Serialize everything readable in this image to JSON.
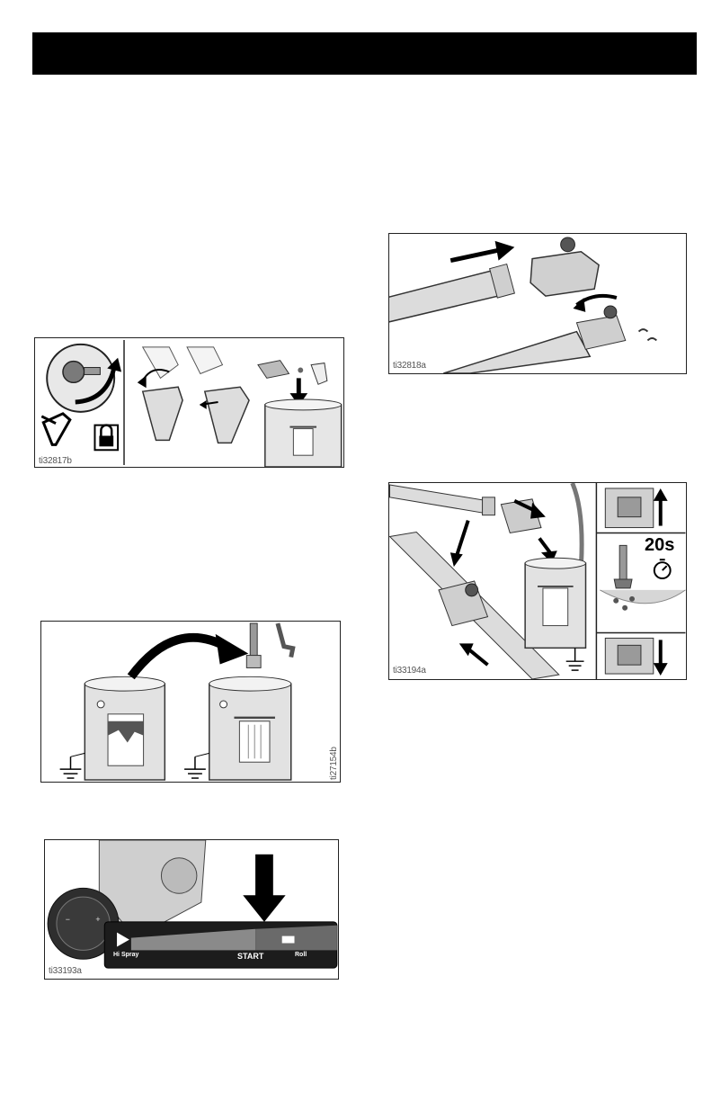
{
  "header": {
    "title": ""
  },
  "figures": {
    "gun_lock": {
      "id": "ti32817b"
    },
    "hose_connect": {
      "id": "ti32818a"
    },
    "pail_transfer": {
      "id": "ti27154b"
    },
    "flush_drain": {
      "id": "ti33194a",
      "timer_text": "20s"
    },
    "pressure_knob": {
      "id": "ti33193a",
      "spray_label": "Hi Spray",
      "start_label": "START",
      "roll_label": "Roll"
    }
  }
}
